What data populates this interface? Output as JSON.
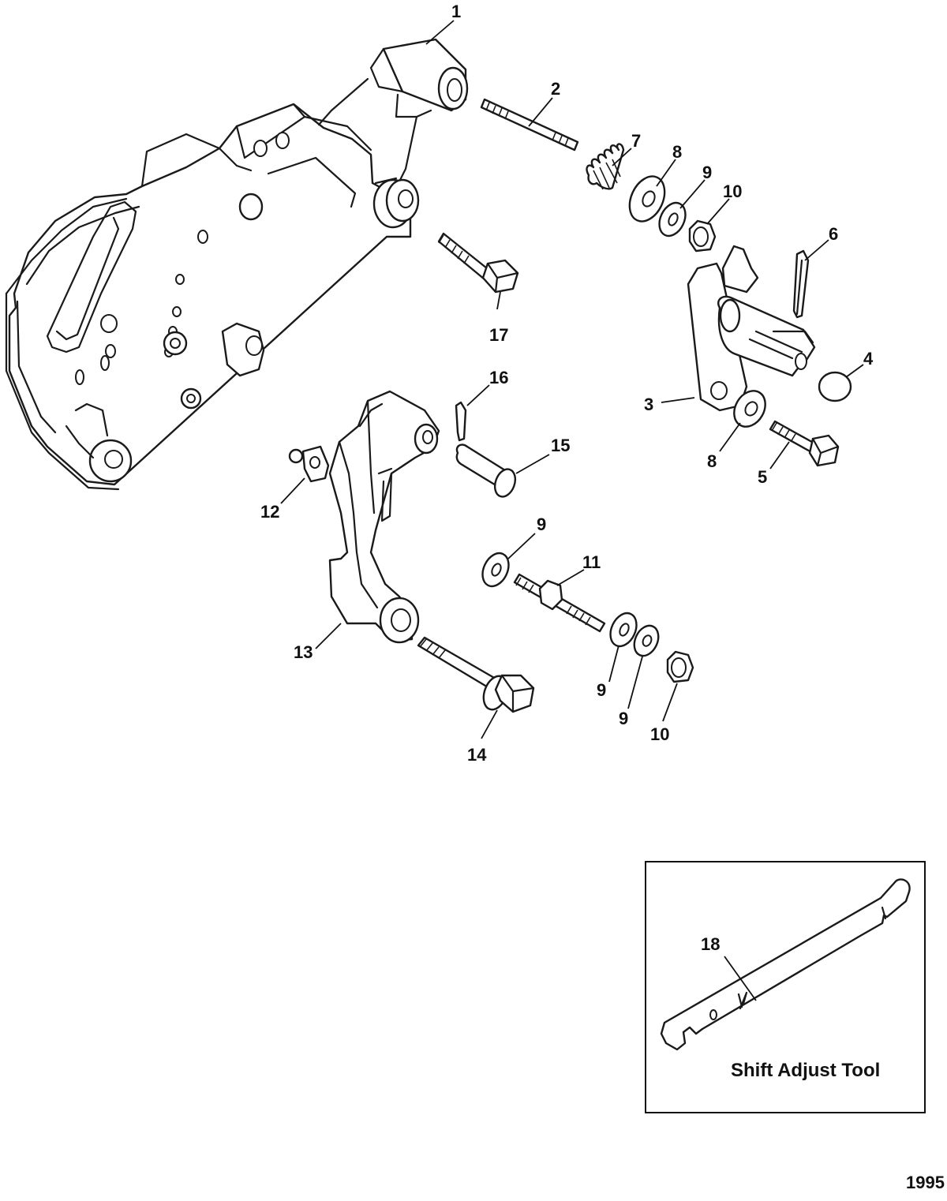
{
  "diagram": {
    "figure_number": "1995",
    "inset": {
      "caption": "Shift Adjust Tool",
      "callout": "18"
    },
    "callouts": [
      {
        "id": "c1",
        "label": "1"
      },
      {
        "id": "c2",
        "label": "2"
      },
      {
        "id": "c3",
        "label": "3"
      },
      {
        "id": "c4",
        "label": "4"
      },
      {
        "id": "c5",
        "label": "5"
      },
      {
        "id": "c6",
        "label": "6"
      },
      {
        "id": "c7",
        "label": "7"
      },
      {
        "id": "c8a",
        "label": "8"
      },
      {
        "id": "c8b",
        "label": "8"
      },
      {
        "id": "c9a",
        "label": "9"
      },
      {
        "id": "c9b",
        "label": "9"
      },
      {
        "id": "c9c",
        "label": "9"
      },
      {
        "id": "c9d",
        "label": "9"
      },
      {
        "id": "c10a",
        "label": "10"
      },
      {
        "id": "c10b",
        "label": "10"
      },
      {
        "id": "c11",
        "label": "11"
      },
      {
        "id": "c12",
        "label": "12"
      },
      {
        "id": "c13",
        "label": "13"
      },
      {
        "id": "c14",
        "label": "14"
      },
      {
        "id": "c15",
        "label": "15"
      },
      {
        "id": "c16",
        "label": "16"
      },
      {
        "id": "c17",
        "label": "17"
      }
    ]
  }
}
